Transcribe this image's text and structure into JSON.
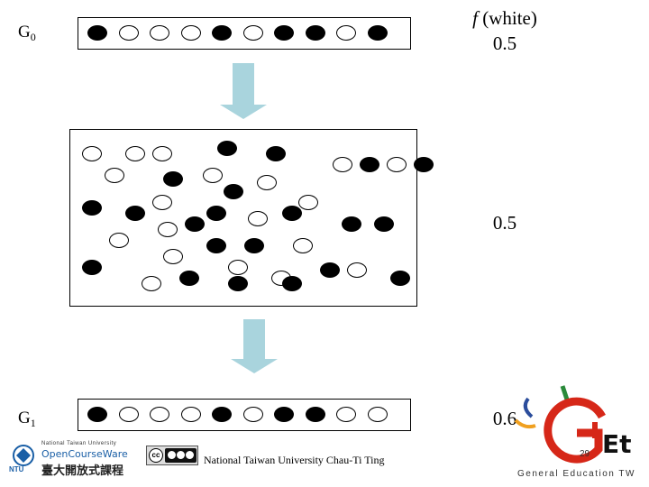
{
  "labels": {
    "g0": "G",
    "g0_sub": "0",
    "g1": "G",
    "g1_sub": "1",
    "f_symbol": "f",
    "f_rest": " (white)"
  },
  "frequencies": {
    "g0": "0.5",
    "pool": "0.5",
    "g1": "0.6"
  },
  "rows": {
    "g0": [
      "black",
      "white",
      "white",
      "white",
      "black",
      "white",
      "black",
      "black",
      "white",
      "black"
    ],
    "g1": [
      "black",
      "white",
      "white",
      "white",
      "black",
      "white",
      "black",
      "black",
      "white",
      "white"
    ]
  },
  "pool_balls": [
    "white",
    "white",
    "white",
    "black",
    "black",
    "white",
    "black",
    "white",
    "black",
    "white",
    "black",
    "white",
    "black",
    "white",
    "black",
    "black",
    "white",
    "white",
    "black",
    "black",
    "white",
    "black",
    "white",
    "black",
    "white",
    "white",
    "black",
    "black",
    "white",
    "black",
    "black",
    "white",
    "black",
    "white",
    "black",
    "white",
    "black",
    "white",
    "black",
    "black"
  ],
  "footer": {
    "credit": "National Taiwan University Chau-Ti Ting",
    "page": "29",
    "ntu_line1": "National Taiwan University",
    "ntu_line2": "OpenCourseWare",
    "ntu_line3": "臺大開放式課程",
    "ntu_mark": "NTU",
    "cc_text": "cc",
    "get_text": "GET",
    "get_sub": "General Education TW"
  },
  "colors": {
    "arrow": "#a9d4dd",
    "get_red": "#d62718",
    "get_orange": "#f0a020",
    "get_blue": "#2b4d9c",
    "get_green": "#2a8a3a",
    "ntu_blue": "#1a5fa6"
  }
}
